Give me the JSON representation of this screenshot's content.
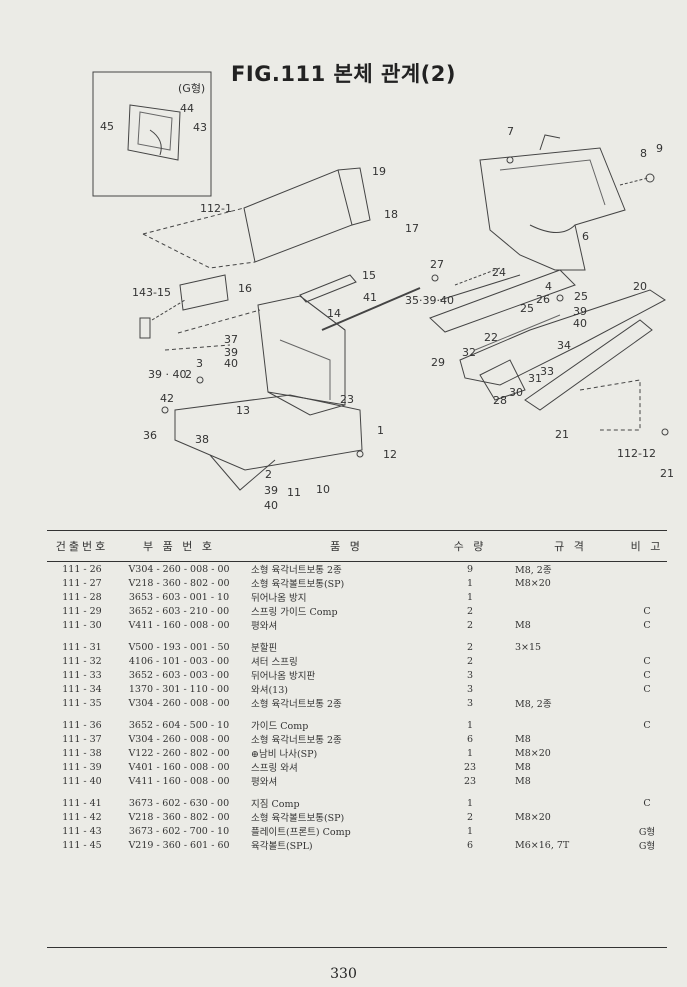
{
  "title": "FIG.111 본체 관계(2)",
  "diagram": {
    "inset_label": "(G형)",
    "callouts": [
      "44",
      "43",
      "45",
      "7",
      "8",
      "9",
      "19",
      "18",
      "17",
      "112-1",
      "6",
      "27",
      "24",
      "4",
      "15",
      "143-15",
      "16",
      "41",
      "14",
      "35·39·40",
      "26",
      "25",
      "25",
      "20",
      "39",
      "40",
      "37",
      "39",
      "40",
      "3",
      "32",
      "22",
      "34",
      "29",
      "33",
      "31",
      "39 · 40",
      "2",
      "42",
      "23",
      "28",
      "30",
      "1",
      "13",
      "38",
      "36",
      "21",
      "112-12",
      "12",
      "2",
      "11",
      "10",
      "39",
      "40",
      "21"
    ]
  },
  "table": {
    "headers": [
      "건출번호",
      "부 품 번 호",
      "품 명",
      "수 량",
      "규 격",
      "비 고"
    ],
    "groups": [
      [
        {
          "no": "111 - 26",
          "part": "V304 - 260 - 008 - 00",
          "name": "소형 육각너트보통 2종",
          "qty": "9",
          "spec": "M8, 2종",
          "note": ""
        },
        {
          "no": "111 - 27",
          "part": "V218 - 360 - 802 - 00",
          "name": "소형 육각볼트보통(SP)",
          "qty": "1",
          "spec": "M8×20",
          "note": ""
        },
        {
          "no": "111 - 28",
          "part": "3653 - 603 - 001 - 10",
          "name": "뒤어나옴 방지",
          "qty": "1",
          "spec": "",
          "note": ""
        },
        {
          "no": "111 - 29",
          "part": "3652 - 603 - 210 - 00",
          "name": "스프링 가이드 Comp",
          "qty": "2",
          "spec": "",
          "note": "C"
        },
        {
          "no": "111 - 30",
          "part": "V411 - 160 - 008 - 00",
          "name": "평와셔",
          "qty": "2",
          "spec": "M8",
          "note": "C"
        }
      ],
      [
        {
          "no": "111 - 31",
          "part": "V500 - 193 - 001 - 50",
          "name": "분할핀",
          "qty": "2",
          "spec": "3×15",
          "note": ""
        },
        {
          "no": "111 - 32",
          "part": "4106 - 101 - 003 - 00",
          "name": "셔터 스프링",
          "qty": "2",
          "spec": "",
          "note": "C"
        },
        {
          "no": "111 - 33",
          "part": "3652 - 603 - 003 - 00",
          "name": "뒤어나옴 방지판",
          "qty": "3",
          "spec": "",
          "note": "C"
        },
        {
          "no": "111 - 34",
          "part": "1370 - 301 - 110 - 00",
          "name": "와셔(13)",
          "qty": "3",
          "spec": "",
          "note": "C"
        },
        {
          "no": "111 - 35",
          "part": "V304 - 260 - 008 - 00",
          "name": "소형 육각너트보통 2종",
          "qty": "3",
          "spec": "M8, 2종",
          "note": ""
        }
      ],
      [
        {
          "no": "111 - 36",
          "part": "3652 - 604 - 500 - 10",
          "name": "가이드 Comp",
          "qty": "1",
          "spec": "",
          "note": "C"
        },
        {
          "no": "111 - 37",
          "part": "V304 - 260 - 008 - 00",
          "name": "소형 육각너트보통 2종",
          "qty": "6",
          "spec": "M8",
          "note": ""
        },
        {
          "no": "111 - 38",
          "part": "V122 - 260 - 802 - 00",
          "name": "⊕남비 나사(SP)",
          "qty": "1",
          "spec": "M8×20",
          "note": ""
        },
        {
          "no": "111 - 39",
          "part": "V401 - 160 - 008 - 00",
          "name": "스프링 와셔",
          "qty": "23",
          "spec": "M8",
          "note": ""
        },
        {
          "no": "111 - 40",
          "part": "V411 - 160 - 008 - 00",
          "name": "평와셔",
          "qty": "23",
          "spec": "M8",
          "note": ""
        }
      ],
      [
        {
          "no": "111 - 41",
          "part": "3673 - 602 - 630 - 00",
          "name": "지짐 Comp",
          "qty": "1",
          "spec": "",
          "note": "C"
        },
        {
          "no": "111 - 42",
          "part": "V218 - 360 - 802 - 00",
          "name": "소형 육각볼트보통(SP)",
          "qty": "2",
          "spec": "M8×20",
          "note": ""
        },
        {
          "no": "111 - 43",
          "part": "3673 - 602 - 700 - 10",
          "name": "플레이트(프론트) Comp",
          "qty": "1",
          "spec": "",
          "note": "G형"
        },
        {
          "no": "111 - 45",
          "part": "V219 - 360 - 601 - 60",
          "name": "육각볼트(SPL)",
          "qty": "6",
          "spec": "M6×16, 7T",
          "note": "G형"
        }
      ]
    ]
  },
  "page_number": "330"
}
